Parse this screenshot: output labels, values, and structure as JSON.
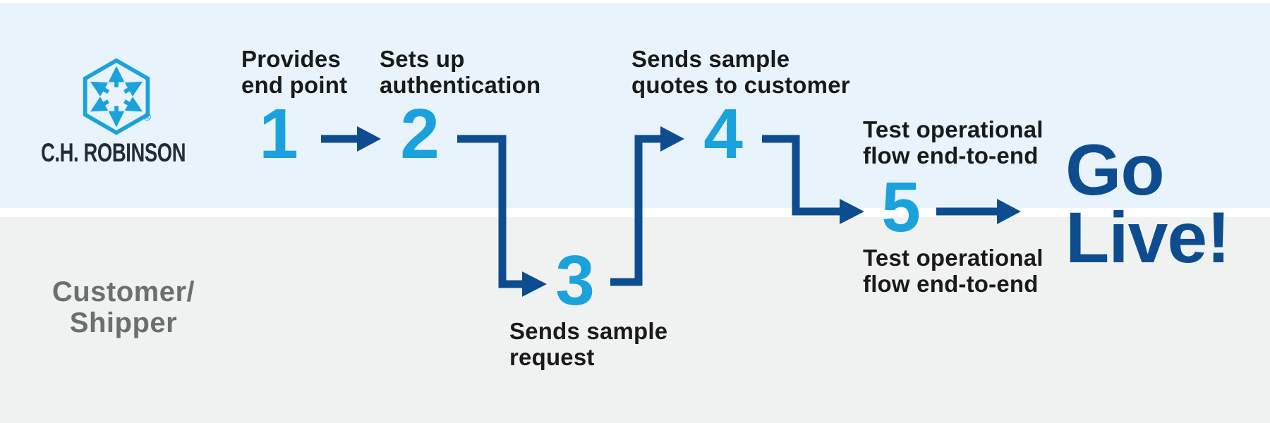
{
  "colors": {
    "band_top": "#E8F3FB",
    "band_bottom": "#F0F2F1",
    "divider": "#FFFFFF",
    "cyan": "#1BA2DC",
    "navy": "#0D4D8F",
    "label_text": "#1A1A1A",
    "logo_text": "#222C35",
    "customer_text": "#6D6E70"
  },
  "lanes": {
    "top": {
      "logo_text": "C.H. ROBINSON",
      "registered_mark": "®"
    },
    "bottom": {
      "label": [
        "Customer/",
        "Shipper"
      ]
    }
  },
  "steps": [
    {
      "number": "1",
      "label": [
        "Provides",
        "end point"
      ]
    },
    {
      "number": "2",
      "label": [
        "Sets up",
        "authentication"
      ]
    },
    {
      "number": "3",
      "label": [
        "Sends sample",
        "request"
      ]
    },
    {
      "number": "4",
      "label": [
        "Sends sample",
        "quotes to customer"
      ]
    },
    {
      "number": "5",
      "label_above": [
        "Test operational",
        "flow end-to-end"
      ],
      "label_below": [
        "Test operational",
        "flow end-to-end"
      ]
    }
  ],
  "outcome": {
    "label": [
      "Go",
      "Live!"
    ]
  }
}
